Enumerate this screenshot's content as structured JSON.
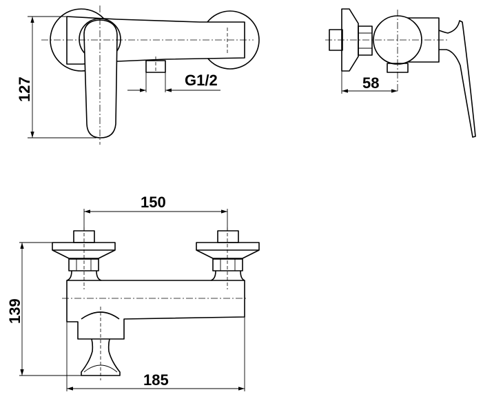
{
  "dimensions": {
    "height_front": "127",
    "thread": "G1/2",
    "depth_side": "58",
    "center_distance": "150",
    "height_top": "139",
    "width_total": "185"
  }
}
